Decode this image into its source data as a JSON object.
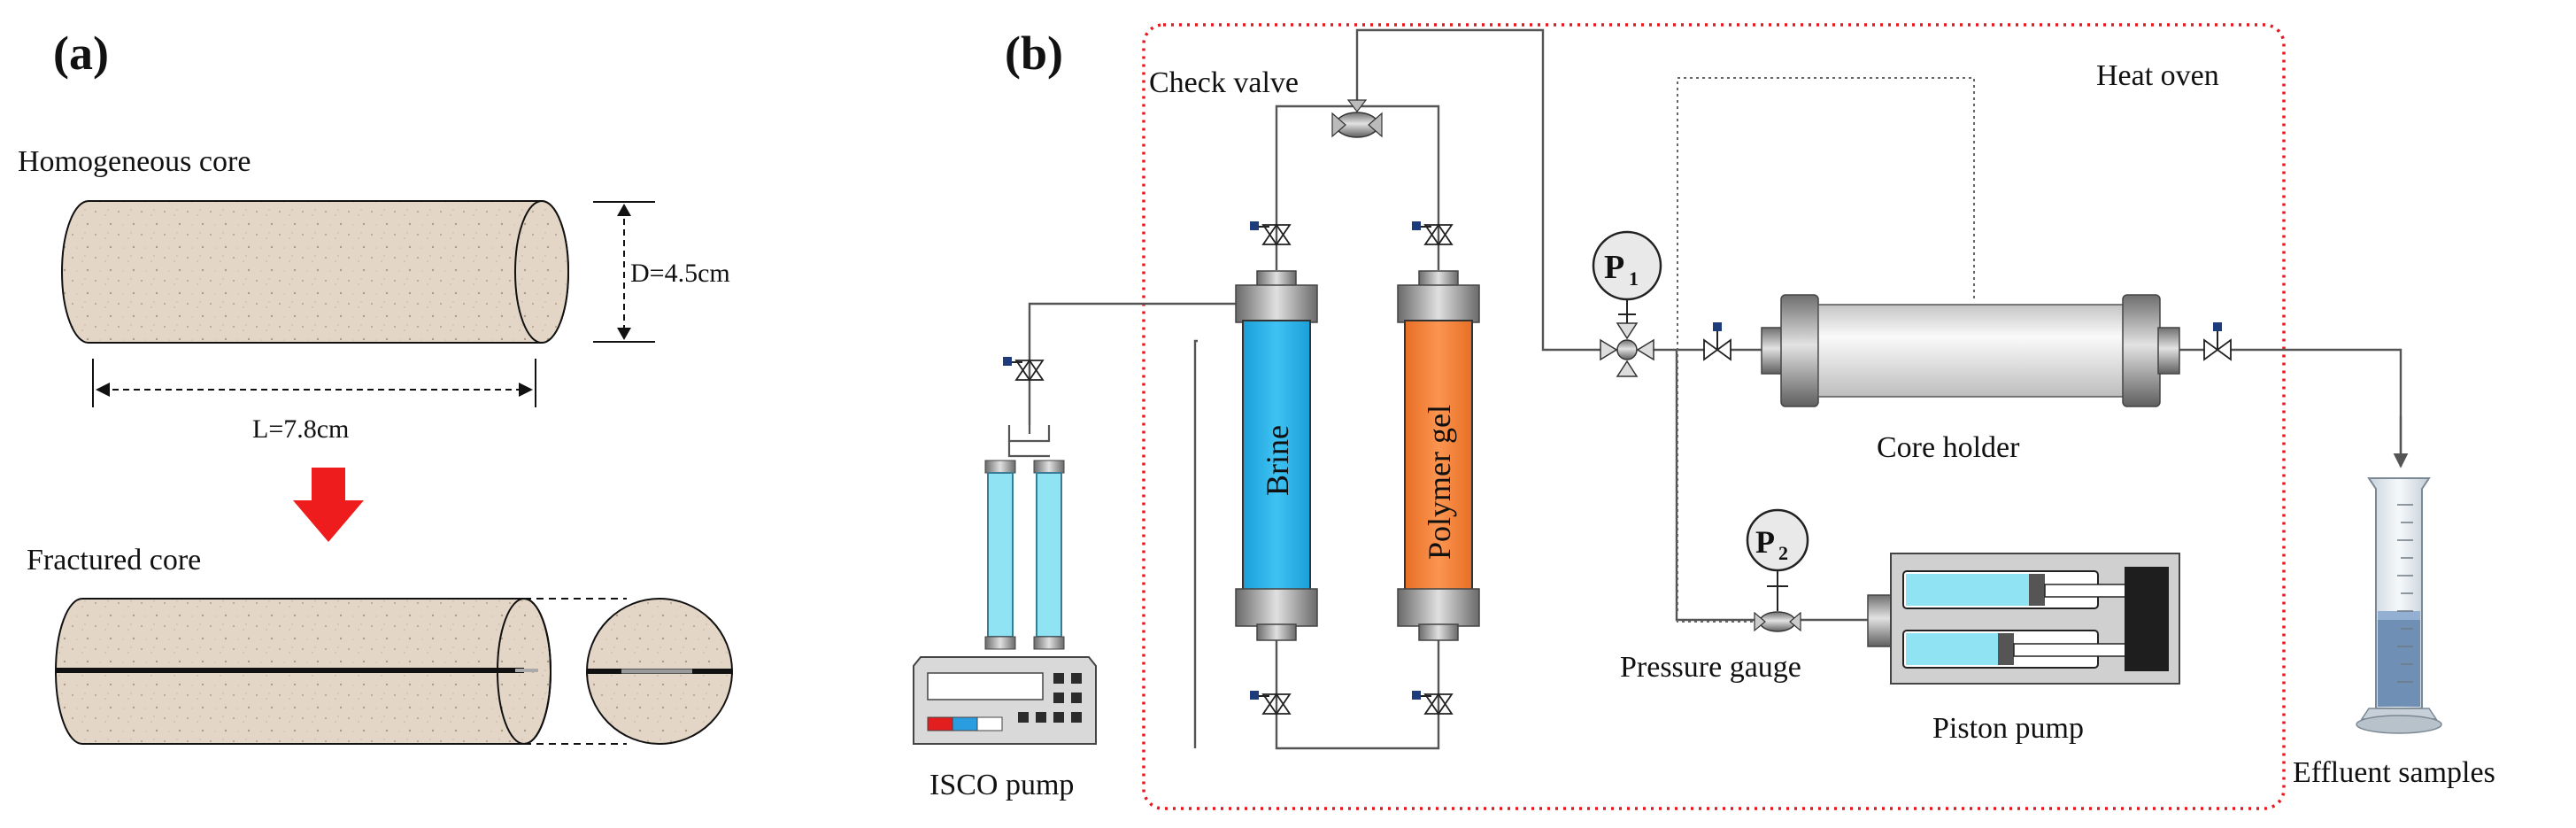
{
  "panel_a": {
    "label": "(a)",
    "homogeneous_label": "Homogeneous core",
    "diameter_label": "D=4.5cm",
    "length_label": "L=7.8cm",
    "fractured_label": "Fractured core"
  },
  "panel_b": {
    "label": "(b)",
    "check_valve": "Check valve",
    "heat_oven": "Heat oven",
    "brine": "Brine",
    "polymer_gel": "Polymer gel",
    "p1_main": "P",
    "p1_sub": "1",
    "p2_main": "P",
    "p2_sub": "2",
    "core_holder": "Core holder",
    "pressure_gauge": "Pressure gauge",
    "piston_pump": "Piston pump",
    "isco_pump": "ISCO pump",
    "effluent_samples": "Effluent samples"
  },
  "colors": {
    "core_fill": "#e3d6c6",
    "brine_fill": "#27b4ea",
    "gel_fill": "#f5813a",
    "oven_border": "#e8171f",
    "arrow_red": "#ee1c1c",
    "isco_tube": "#8fe3f3"
  }
}
